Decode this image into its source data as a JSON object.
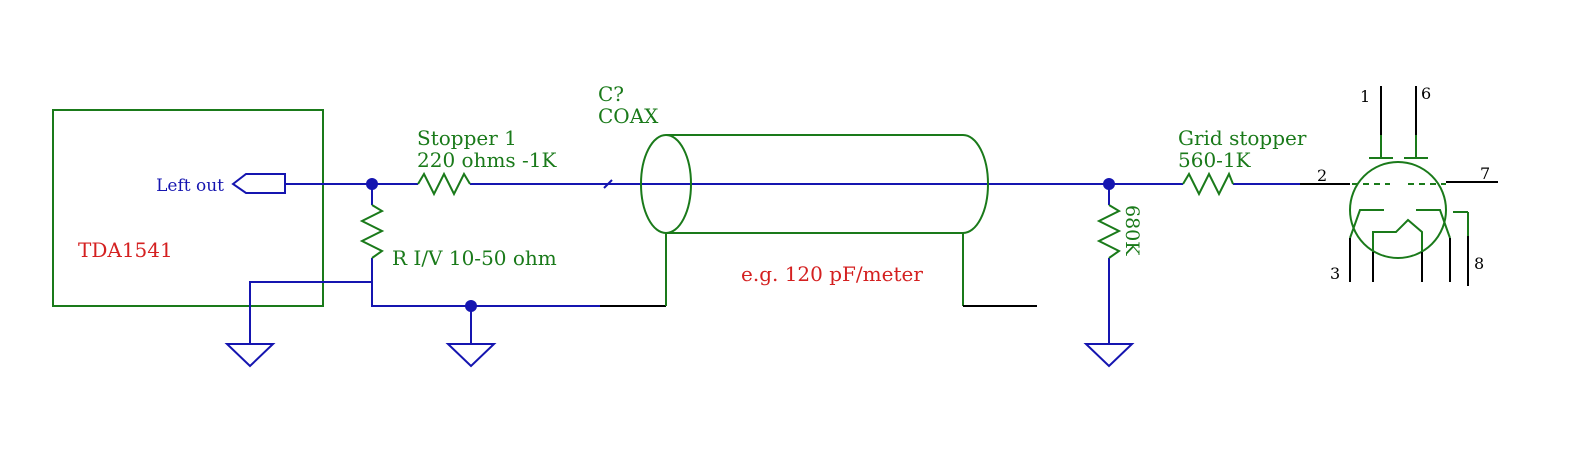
{
  "colors": {
    "wire": "#1515b0",
    "component": "#1a7a1a",
    "note": "#d42020",
    "pin": "#000000",
    "background": "#ffffff"
  },
  "chip": {
    "name": "TDA1541",
    "port_label": "Left out"
  },
  "stopper1": {
    "name": "Stopper 1",
    "value": "220 ohms -1K"
  },
  "riv": {
    "label": "R I/V 10-50 ohm"
  },
  "coax": {
    "ref": "C?",
    "name": "COAX",
    "note": "e.g. 120 pF/meter"
  },
  "grid_leak": {
    "value": "680K"
  },
  "grid_stopper": {
    "name": "Grid stopper",
    "value": "560-1K"
  },
  "tube": {
    "pins": [
      "1",
      "6",
      "2",
      "7",
      "3",
      "8"
    ]
  },
  "icons": {
    "ground": "ground-icon",
    "junction": "junction-dot-icon",
    "resistor": "resistor-icon",
    "tube": "vacuum-tube-icon",
    "port": "output-port-icon",
    "coax": "coax-cable-icon"
  }
}
